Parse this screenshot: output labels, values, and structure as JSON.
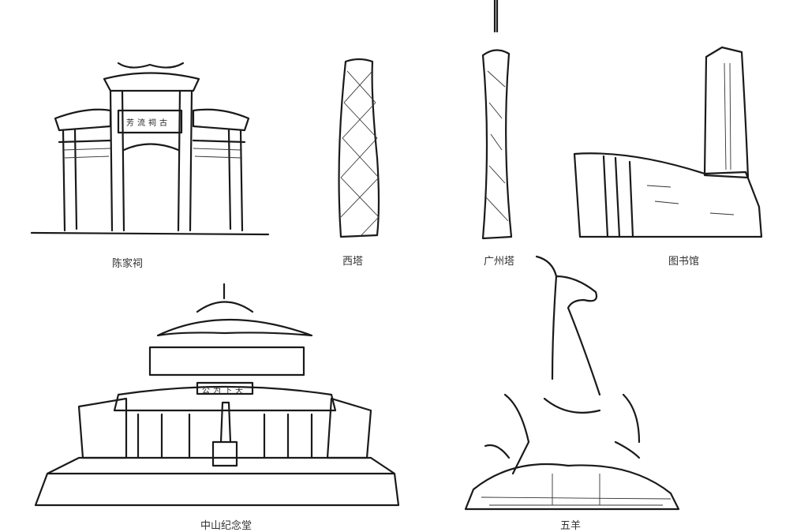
{
  "landmarks": [
    {
      "label": "陈家祠",
      "sign": "古祠流芳"
    },
    {
      "label": "西塔"
    },
    {
      "label": "广州塔"
    },
    {
      "label": "图书馆"
    },
    {
      "label": "中山纪念堂",
      "sign": "天下为公"
    },
    {
      "label": "五羊"
    }
  ],
  "colors": {
    "ink": "#1a1a1a",
    "background": "#ffffff"
  }
}
